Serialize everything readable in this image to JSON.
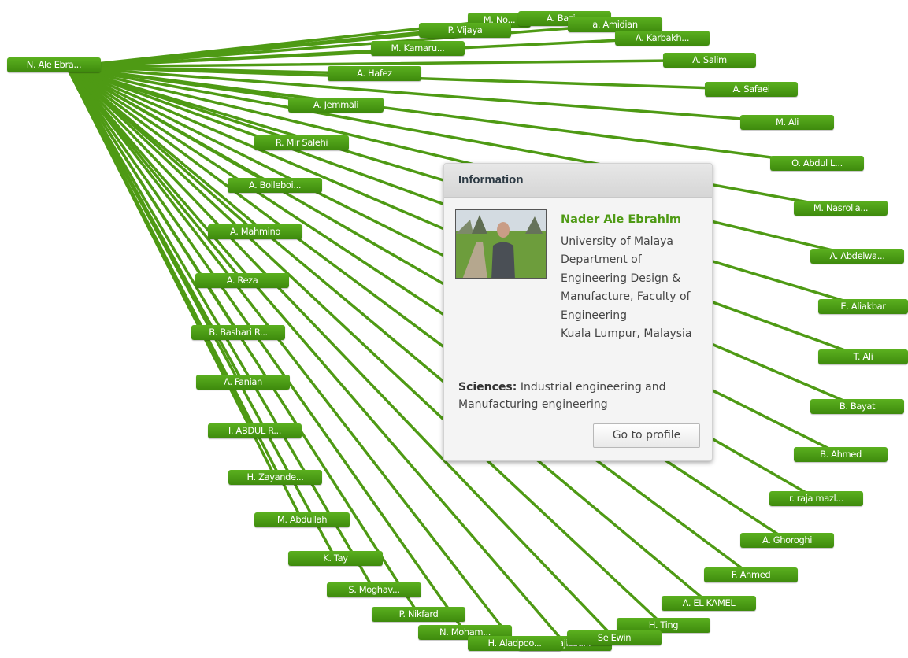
{
  "center_node": {
    "label": "N. Ale Ebra..."
  },
  "nodes": [
    {
      "label": "M. No..."
    },
    {
      "label": "A. Bazi..."
    },
    {
      "label": "a. Amidian"
    },
    {
      "label": "P. Vijaya"
    },
    {
      "label": "A. Karbakh..."
    },
    {
      "label": "M. Kamaru..."
    },
    {
      "label": "A. Salim"
    },
    {
      "label": "A. Hafez"
    },
    {
      "label": "A. Safaei"
    },
    {
      "label": "A. Jemmali"
    },
    {
      "label": "M. Ali"
    },
    {
      "label": "R. Mir Salehi"
    },
    {
      "label": "O. Abdul L..."
    },
    {
      "label": "A. Bolleboi..."
    },
    {
      "label": "M. Nasrolla..."
    },
    {
      "label": "A. Mahmino"
    },
    {
      "label": "A. Abdelwa..."
    },
    {
      "label": "A. Reza"
    },
    {
      "label": "E. Aliakbar"
    },
    {
      "label": "B. Bashari R..."
    },
    {
      "label": "T. Ali"
    },
    {
      "label": "A. Fanian"
    },
    {
      "label": "B. Bayat"
    },
    {
      "label": "I. ABDUL R..."
    },
    {
      "label": "B. Ahmed"
    },
    {
      "label": "H. Zayande..."
    },
    {
      "label": "r. raja mazl..."
    },
    {
      "label": "M. Abdullah"
    },
    {
      "label": "A. Ghoroghi"
    },
    {
      "label": "K. Tay"
    },
    {
      "label": "F. Ahmed"
    },
    {
      "label": "S. Moghav..."
    },
    {
      "label": "A. EL KAMEL"
    },
    {
      "label": "P. Nikfard"
    },
    {
      "label": "H. Ting"
    },
    {
      "label": "N. Moham..."
    },
    {
      "label": "M. Hajizad..."
    },
    {
      "label": "H. Aladpoo..."
    },
    {
      "label": "Se Ewin"
    }
  ],
  "info_panel": {
    "header": "Information",
    "name": "Nader Ale Ebrahim",
    "university": "University of Malaya",
    "department": "Department of Engineering Design & Manufacture, Faculty of Engineering",
    "location": "Kuala Lumpur, Malaysia",
    "sciences_label": "Sciences:",
    "sciences_value": "Industrial engineering and Manufacturing engineering",
    "button_label": "Go to profile"
  },
  "colors": {
    "node": "#4e9a14",
    "edge": "#4e9a14",
    "name_highlight": "#4e9a14"
  }
}
